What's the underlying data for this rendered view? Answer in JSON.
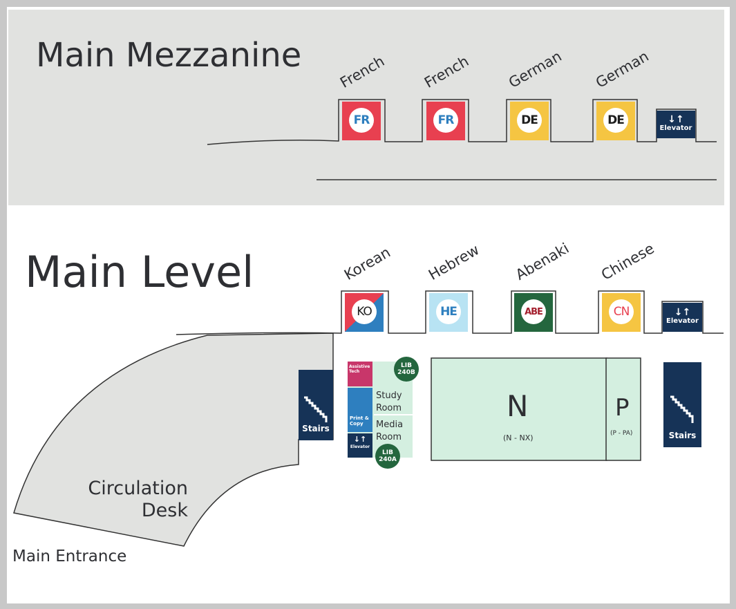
{
  "mezzanine": {
    "title": "Main Mezzanine",
    "collections": [
      {
        "label": "French",
        "code": "FR",
        "color": "#e84050",
        "text_color": "#2e7fbf"
      },
      {
        "label": "French",
        "code": "FR",
        "color": "#e84050",
        "text_color": "#2e7fbf"
      },
      {
        "label": "German",
        "code": "DE",
        "color": "#f5c542",
        "text_color": "#1e1e1e"
      },
      {
        "label": "German",
        "code": "DE",
        "color": "#f5c542",
        "text_color": "#1e1e1e"
      }
    ],
    "elevator": "Elevator"
  },
  "main_level": {
    "title": "Main Level",
    "collections": [
      {
        "label": "Korean",
        "code": "KO",
        "color_a": "#e84050",
        "color_b": "#2e7fbf",
        "text_color": "#1e1e1e"
      },
      {
        "label": "Hebrew",
        "code": "HE",
        "color": "#b8e3f3",
        "text_color": "#2e7fbf"
      },
      {
        "label": "Abenaki",
        "code": "ABE",
        "color": "#24663e",
        "text_color": "#a4202e"
      },
      {
        "label": "Chinese",
        "code": "CN",
        "color": "#f5c542",
        "text_color": "#e84050"
      }
    ],
    "elevator": "Elevator",
    "stairs_left": "Stairs",
    "stairs_right": "Stairs",
    "assistive_tech": "Assistive Tech",
    "print_copy": "Print & Copy",
    "small_elevator": "Elevator",
    "study_room": "Study Room",
    "media_room": "Media Room",
    "lib_240b": "LIB 240B",
    "lib_240a": "LIB 240A",
    "stack_n": {
      "letter": "N",
      "range": "(N - NX)"
    },
    "stack_p": {
      "letter": "P",
      "range": "(P - PA)"
    },
    "circulation_desk": "Circulation Desk",
    "main_entrance": "Main Entrance"
  },
  "colors": {
    "navy": "#163357",
    "stack_fill": "#d4efe0",
    "desk_fill": "#e1e2e0",
    "assistive": "#c8366a",
    "print": "#2e7fbf",
    "lib_green": "#24663e"
  }
}
